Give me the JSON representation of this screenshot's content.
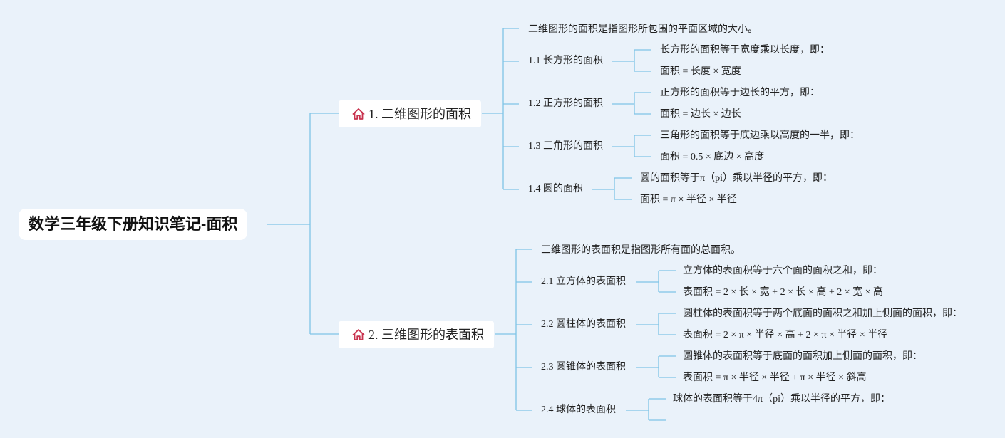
{
  "root": {
    "title": "数学三年级下册知识笔记-面积"
  },
  "colors": {
    "line": "#7fc4e6",
    "icon": "#c8324e",
    "bg": "#eaf2fa",
    "node_bg": "#ffffff"
  },
  "branches": [
    {
      "icon": "home-icon",
      "label": "1. 二维图形的面积",
      "intro": "二维图形的面积是指图形所包围的平面区域的大小。",
      "subs": [
        {
          "label": "1.1 长方形的面积",
          "leaves": [
            "长方形的面积等于宽度乘以长度，即：",
            "面积 = 长度 × 宽度"
          ]
        },
        {
          "label": "1.2 正方形的面积",
          "leaves": [
            "正方形的面积等于边长的平方，即：",
            "面积 = 边长 × 边长"
          ]
        },
        {
          "label": "1.3 三角形的面积",
          "leaves": [
            "三角形的面积等于底边乘以高度的一半，即：",
            "面积 = 0.5 × 底边 × 高度"
          ]
        },
        {
          "label": "1.4 圆的面积",
          "leaves": [
            "圆的面积等于π（pi）乘以半径的平方，即：",
            "面积 = π × 半径 × 半径"
          ]
        }
      ]
    },
    {
      "icon": "home-icon",
      "label": "2. 三维图形的表面积",
      "intro": "三维图形的表面积是指图形所有面的总面积。",
      "subs": [
        {
          "label": "2.1 立方体的表面积",
          "leaves": [
            "立方体的表面积等于六个面的面积之和，即：",
            "表面积 = 2 × 长 × 宽 + 2 × 长 × 高 + 2 × 宽 × 高"
          ]
        },
        {
          "label": "2.2 圆柱体的表面积",
          "leaves": [
            "圆柱体的表面积等于两个底面的面积之和加上侧面的面积，即：",
            "表面积 = 2 × π × 半径 × 高 + 2 × π × 半径 × 半径"
          ]
        },
        {
          "label": "2.3 圆锥体的表面积",
          "leaves": [
            "圆锥体的表面积等于底面的面积加上侧面的面积，即：",
            "表面积 = π × 半径 × 半径 + π × 半径 × 斜高"
          ]
        },
        {
          "label": "2.4 球体的表面积",
          "leaves": [
            "球体的表面积等于4π（pi）乘以半径的平方，即：",
            ""
          ]
        }
      ]
    }
  ]
}
